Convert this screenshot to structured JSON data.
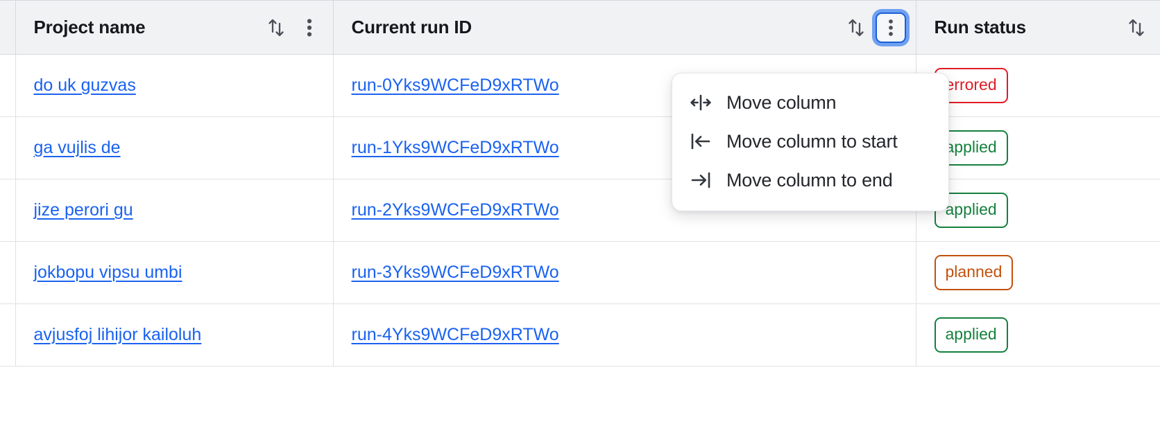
{
  "table": {
    "columns": [
      {
        "key": "project_name",
        "label": "Project name",
        "sort_icon": "sort-updown-icon",
        "menu_icon": "kebab-menu-icon",
        "has_menu_button": true,
        "menu_focused": false
      },
      {
        "key": "current_run_id",
        "label": "Current run ID",
        "sort_icon": "sort-updown-icon",
        "menu_icon": "kebab-menu-icon",
        "has_menu_button": true,
        "menu_focused": true
      },
      {
        "key": "run_status",
        "label": "Run status",
        "sort_icon": "sort-updown-icon",
        "menu_icon": "kebab-menu-icon",
        "has_menu_button": false,
        "menu_focused": false
      }
    ],
    "rows": [
      {
        "project_name": "do uk guzvas",
        "current_run_id": "run-0Yks9WCFeD9xRTWo",
        "run_status": "errored",
        "status_kind": "errored"
      },
      {
        "project_name": "ga vujlis de",
        "current_run_id": "run-1Yks9WCFeD9xRTWo",
        "run_status": "applied",
        "status_kind": "applied"
      },
      {
        "project_name": "jize perori gu",
        "current_run_id": "run-2Yks9WCFeD9xRTWo",
        "run_status": "applied",
        "status_kind": "applied"
      },
      {
        "project_name": "jokbopu vipsu umbi",
        "current_run_id": "run-3Yks9WCFeD9xRTWo",
        "run_status": "planned",
        "status_kind": "planned"
      },
      {
        "project_name": "avjusfoj lihijor kailoluh",
        "current_run_id": "run-4Yks9WCFeD9xRTWo",
        "run_status": "applied",
        "status_kind": "applied"
      }
    ]
  },
  "column_menu": {
    "open_for_column": "Current run ID",
    "items": [
      {
        "label": "Move column",
        "icon": "move-column-horizontal-icon"
      },
      {
        "label": "Move column to start",
        "icon": "move-column-to-start-icon"
      },
      {
        "label": "Move column to end",
        "icon": "move-column-to-end-icon"
      }
    ]
  },
  "colors": {
    "header_bg": "#f1f2f4",
    "link": "#1a62f0",
    "focus_ring": "#6fa1f2",
    "focus_border": "#1b5fd9",
    "status_errored": "#e01b24",
    "status_applied": "#15803d",
    "status_planned": "#c2510c",
    "grid_line": "#dfe1e4"
  }
}
